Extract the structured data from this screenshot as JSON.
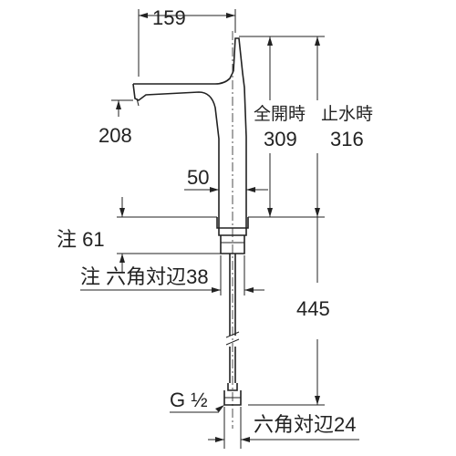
{
  "dims": {
    "width_159": "159",
    "spout_208": "208",
    "full_open_label": "全開時",
    "full_open_309": "309",
    "stop_label": "止水時",
    "stop_316": "316",
    "dia_50": "50",
    "note_61": "注 61",
    "hex_38": "注 六角対辺38",
    "len_445": "445",
    "thread": "G ½",
    "hex_24": "六角対辺24"
  }
}
